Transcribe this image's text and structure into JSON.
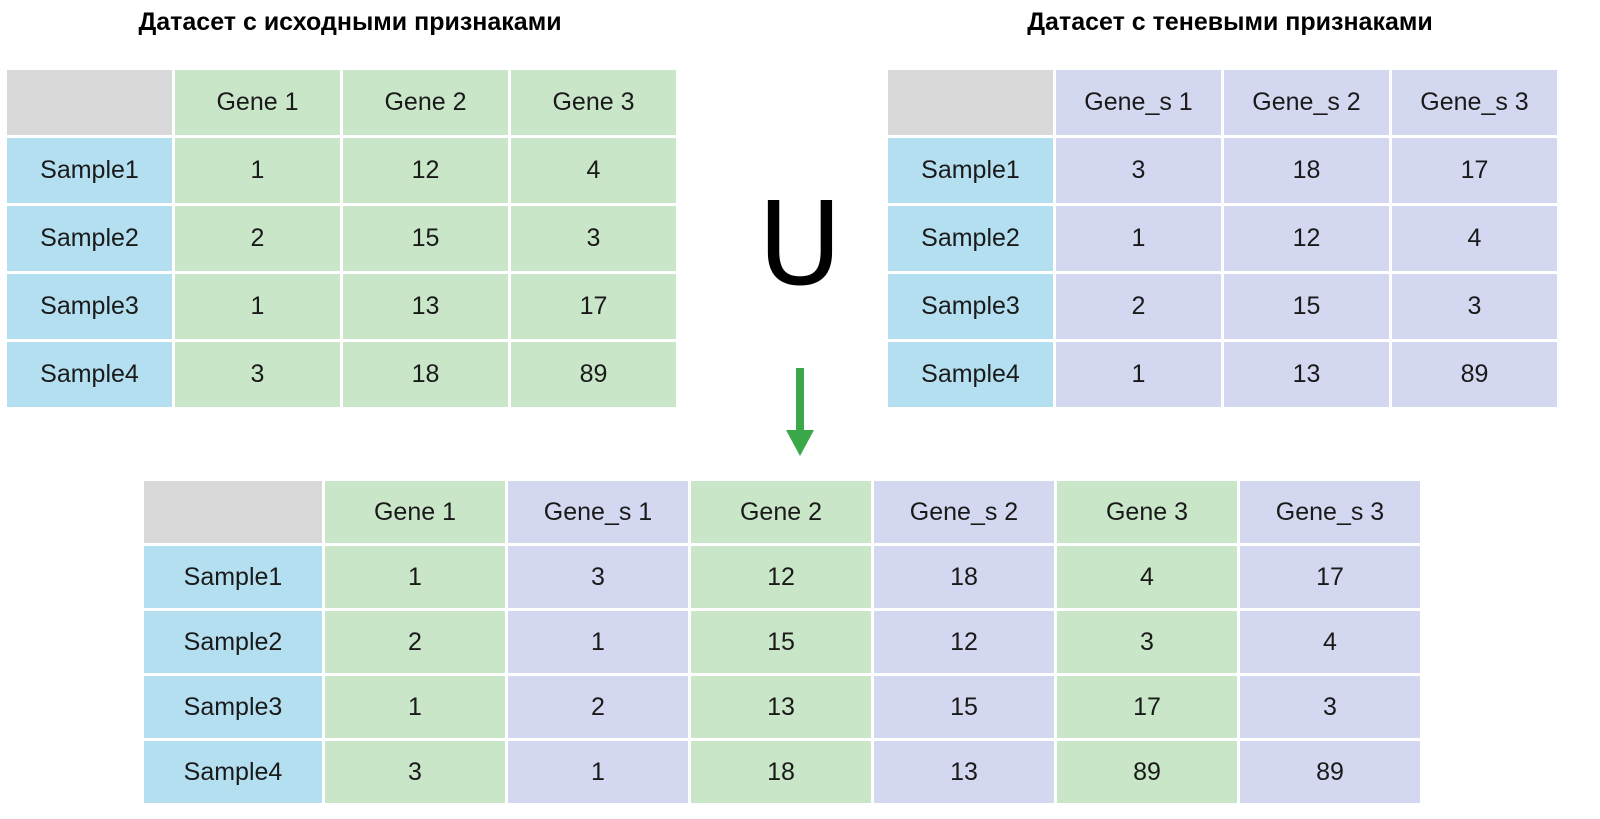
{
  "titles": {
    "left": "Датасет с исходными признаками",
    "right": "Датасет с теневыми признаками"
  },
  "symbols": {
    "union": "U",
    "arrow": "down-arrow"
  },
  "colors": {
    "header_gray": "#d9d9d9",
    "row_header_blue": "#b3dff0",
    "original_green": "#c9e6c8",
    "shadow_purple": "#d4d7f0",
    "arrow_green": "#3aa848",
    "text": "#1a1a1a",
    "background": "#ffffff"
  },
  "table_original": {
    "corner": "",
    "columns": [
      "Gene 1",
      "Gene 2",
      "Gene 3"
    ],
    "rows": [
      {
        "label": "Sample1",
        "values": [
          "1",
          "12",
          "4"
        ]
      },
      {
        "label": "Sample2",
        "values": [
          "2",
          "15",
          "3"
        ]
      },
      {
        "label": "Sample3",
        "values": [
          "1",
          "13",
          "17"
        ]
      },
      {
        "label": "Sample4",
        "values": [
          "3",
          "18",
          "89"
        ]
      }
    ]
  },
  "table_shadow": {
    "corner": "",
    "columns": [
      "Gene_s 1",
      "Gene_s 2",
      "Gene_s 3"
    ],
    "rows": [
      {
        "label": "Sample1",
        "values": [
          "3",
          "18",
          "17"
        ]
      },
      {
        "label": "Sample2",
        "values": [
          "1",
          "12",
          "4"
        ]
      },
      {
        "label": "Sample3",
        "values": [
          "2",
          "15",
          "3"
        ]
      },
      {
        "label": "Sample4",
        "values": [
          "1",
          "13",
          "89"
        ]
      }
    ]
  },
  "table_merged": {
    "corner": "",
    "columns": [
      "Gene 1",
      "Gene_s 1",
      "Gene 2",
      "Gene_s 2",
      "Gene 3",
      "Gene_s 3"
    ],
    "column_kinds": [
      "green",
      "purple",
      "green",
      "purple",
      "green",
      "purple"
    ],
    "rows": [
      {
        "label": "Sample1",
        "values": [
          "1",
          "3",
          "12",
          "18",
          "4",
          "17"
        ]
      },
      {
        "label": "Sample2",
        "values": [
          "2",
          "1",
          "15",
          "12",
          "3",
          "4"
        ]
      },
      {
        "label": "Sample3",
        "values": [
          "1",
          "2",
          "13",
          "15",
          "17",
          "3"
        ]
      },
      {
        "label": "Sample4",
        "values": [
          "3",
          "1",
          "18",
          "13",
          "89",
          "89"
        ]
      }
    ]
  }
}
